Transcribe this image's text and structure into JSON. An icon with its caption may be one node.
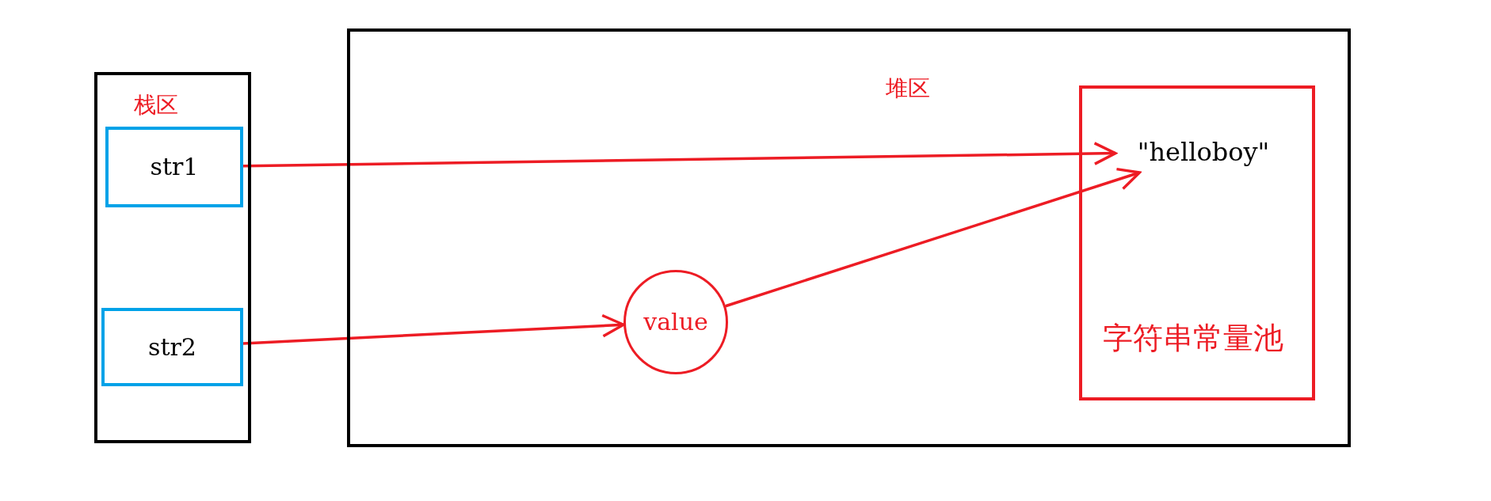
{
  "diagram": {
    "nodes": [
      {
        "text": [
          "栈区"
        ]
      },
      {
        "text": [
          "str1"
        ],
        "in": 0
      },
      {
        "text": [
          "str2"
        ],
        "in": 0
      },
      {
        "text": [
          "堆区"
        ]
      },
      {
        "text": [
          "value"
        ],
        "in": 3
      },
      {
        "text": [
          "字符串常量池"
        ],
        "in": 3
      },
      {
        "text": [
          "\"helloboy\""
        ],
        "in": 5
      }
    ],
    "edges": [
      {
        "from": 1,
        "to": 6,
        "arrow": "to"
      },
      {
        "from": 2,
        "to": 4,
        "arrow": "to"
      },
      {
        "from": 4,
        "to": 6,
        "arrow": "to"
      }
    ]
  }
}
